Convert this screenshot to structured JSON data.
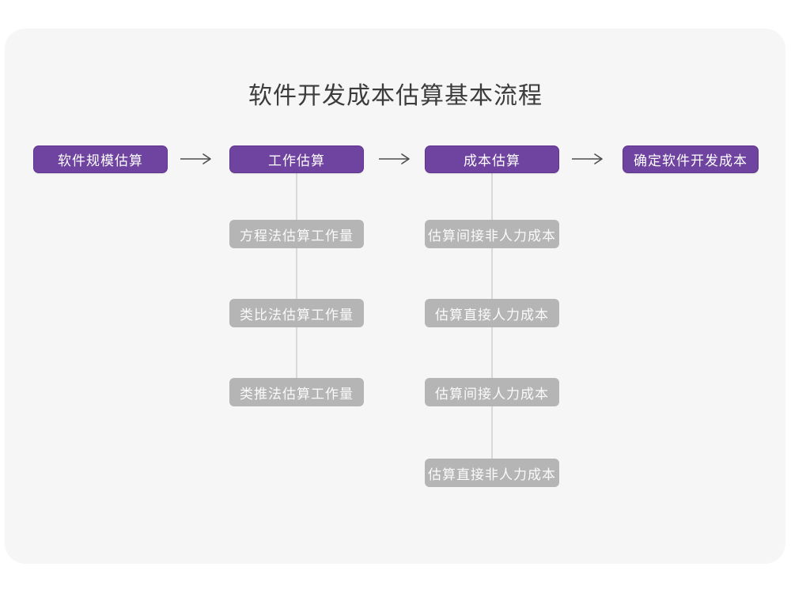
{
  "page": {
    "title": "软件开发成本估算基本流程"
  },
  "colors": {
    "page_background": "#ffffff",
    "card_background": "#f6f6f6",
    "main_step_purple": "#6f43a0",
    "sub_step_gray": "#b5b5b5",
    "node_text": "#ffffff",
    "connector_gray": "#d9d9d9",
    "arrow_gray": "#4d4d4d",
    "title_color": "#3c3c3c"
  },
  "flow": {
    "main_steps": [
      {
        "label": "软件规模估算"
      },
      {
        "label": "工作估算"
      },
      {
        "label": "成本估算"
      },
      {
        "label": "确定软件开发成本"
      }
    ],
    "work_substeps": [
      "方程法估算工作量",
      "类比法估算工作量",
      "类推法估算工作量"
    ],
    "cost_substeps": [
      "估算间接非人力成本",
      "估算直接人力成本",
      "估算间接人力成本",
      "估算直接非人力成本"
    ]
  }
}
